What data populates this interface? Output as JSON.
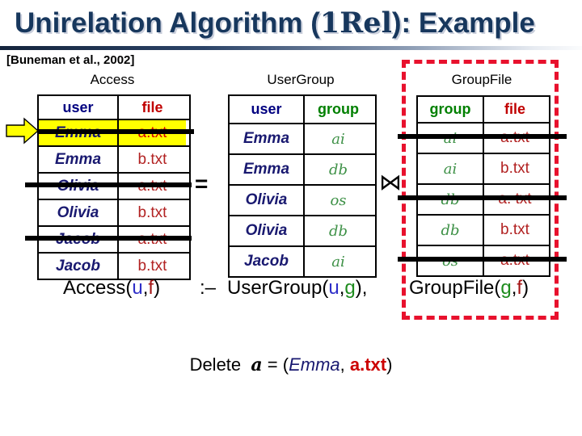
{
  "title": {
    "full": "Unirelation Algorithm (1Rel): Example",
    "prefix": "Unirelation Algorithm (",
    "serif": "1Rel",
    "suffix": "): Example"
  },
  "citation": "[Buneman et al., 2002]",
  "operators": {
    "equals": "=",
    "join": "⋈"
  },
  "tables": {
    "access": {
      "caption": "Access",
      "headers": [
        "user",
        "file"
      ],
      "rows": [
        {
          "cells": [
            "Emma",
            "a.txt"
          ],
          "struck": true,
          "highlight": true
        },
        {
          "cells": [
            "Emma",
            "b.txt"
          ]
        },
        {
          "cells": [
            "Olivia",
            "a.txt"
          ],
          "struck": true
        },
        {
          "cells": [
            "Olivia",
            "b.txt"
          ]
        },
        {
          "cells": [
            "Jacob",
            "a.txt"
          ],
          "struck": true
        },
        {
          "cells": [
            "Jacob",
            "b.txt"
          ]
        }
      ]
    },
    "usergroup": {
      "caption": "UserGroup",
      "headers": [
        "user",
        "group"
      ],
      "rows": [
        {
          "cells": [
            "Emma",
            "ai"
          ]
        },
        {
          "cells": [
            "Emma",
            "db"
          ]
        },
        {
          "cells": [
            "Olivia",
            "os"
          ]
        },
        {
          "cells": [
            "Olivia",
            "db"
          ]
        },
        {
          "cells": [
            "Jacob",
            "ai"
          ]
        }
      ]
    },
    "groupfile": {
      "caption": "GroupFile",
      "headers": [
        "group",
        "file"
      ],
      "rows": [
        {
          "cells": [
            "ai",
            "a.txt"
          ],
          "struck": true
        },
        {
          "cells": [
            "ai",
            "b.txt"
          ]
        },
        {
          "cells": [
            "db",
            "a. txt"
          ],
          "struck": true
        },
        {
          "cells": [
            "db",
            "b.txt"
          ]
        },
        {
          "cells": [
            "os",
            "a.txt"
          ],
          "struck": true
        }
      ]
    }
  },
  "rule": {
    "access_head": [
      {
        "text": "Access(",
        "color": "black"
      },
      {
        "text": "u",
        "color": "u"
      },
      {
        "text": ",",
        "color": "black"
      },
      {
        "text": "f",
        "color": "f"
      },
      {
        "text": ")",
        "color": "black"
      }
    ],
    "implies": ":–",
    "usergroup_atom": [
      {
        "text": "UserGroup(",
        "color": "black"
      },
      {
        "text": "u",
        "color": "u"
      },
      {
        "text": ",",
        "color": "black"
      },
      {
        "text": "g",
        "color": "g"
      },
      {
        "text": "),",
        "color": "black"
      }
    ],
    "groupfile_atom": [
      {
        "text": "GroupFile(",
        "color": "black"
      },
      {
        "text": "g",
        "color": "g"
      },
      {
        "text": ",",
        "color": "black"
      },
      {
        "text": "f",
        "color": "f"
      },
      {
        "text": ")",
        "color": "black"
      }
    ]
  },
  "delete_line": {
    "parts": [
      {
        "text": "Delete  ",
        "style": "plain"
      },
      {
        "text": "a",
        "style": "var"
      },
      {
        "text": " = (",
        "style": "plain"
      },
      {
        "text": "Emma",
        "style": "user"
      },
      {
        "text": ", ",
        "style": "plain"
      },
      {
        "text": "a.txt",
        "style": "file"
      },
      {
        "text": ")",
        "style": "plain"
      }
    ]
  },
  "colors": {
    "black": "#000000",
    "u": "#2E2EC8",
    "g": "#1E8C1E",
    "f": "#A31515",
    "title_navy": "#17375D",
    "user_navy": "#191970",
    "file_red": "#B22222",
    "file_bright_red": "#D50000",
    "group_green": "#3E9147",
    "header_user": "#000080",
    "header_group": "#008000",
    "header_file": "#C00000",
    "highlight_yellow": "#FFFF00",
    "dashed_red": "#E8112D",
    "strike_black": "#000000",
    "arrow_yellow": "#FFFF00"
  }
}
